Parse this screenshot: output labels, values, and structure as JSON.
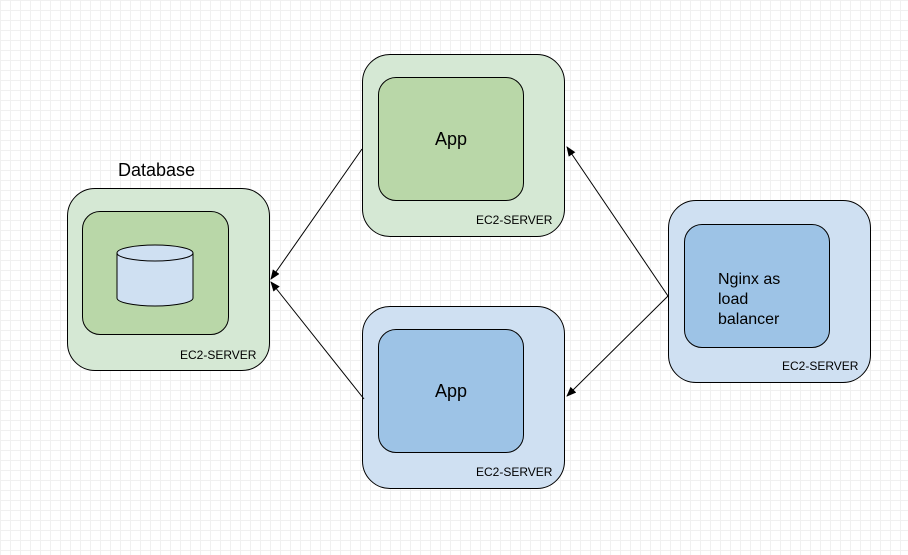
{
  "diagram": {
    "database_title": "Database",
    "database_server": {
      "server_label": "EC2-SERVER"
    },
    "app_server_top": {
      "label": "App",
      "server_label": "EC2-SERVER"
    },
    "app_server_bottom": {
      "label": "App",
      "server_label": "EC2-SERVER"
    },
    "load_balancer_server": {
      "label_lines": [
        "Nginx as",
        "load",
        "balancer"
      ],
      "server_label": "EC2-SERVER"
    },
    "connections": [
      {
        "from": "load_balancer_server",
        "to": "app_server_top"
      },
      {
        "from": "load_balancer_server",
        "to": "app_server_bottom"
      },
      {
        "from": "app_server_top",
        "to": "database_server"
      },
      {
        "from": "app_server_bottom",
        "to": "database_server"
      }
    ],
    "colors": {
      "green_outer": "#d5e8d4",
      "green_inner": "#b9d7a8",
      "blue_outer": "#cfe0f2",
      "blue_inner": "#9dc3e6",
      "db_cylinder": "#cfe0f2"
    }
  }
}
